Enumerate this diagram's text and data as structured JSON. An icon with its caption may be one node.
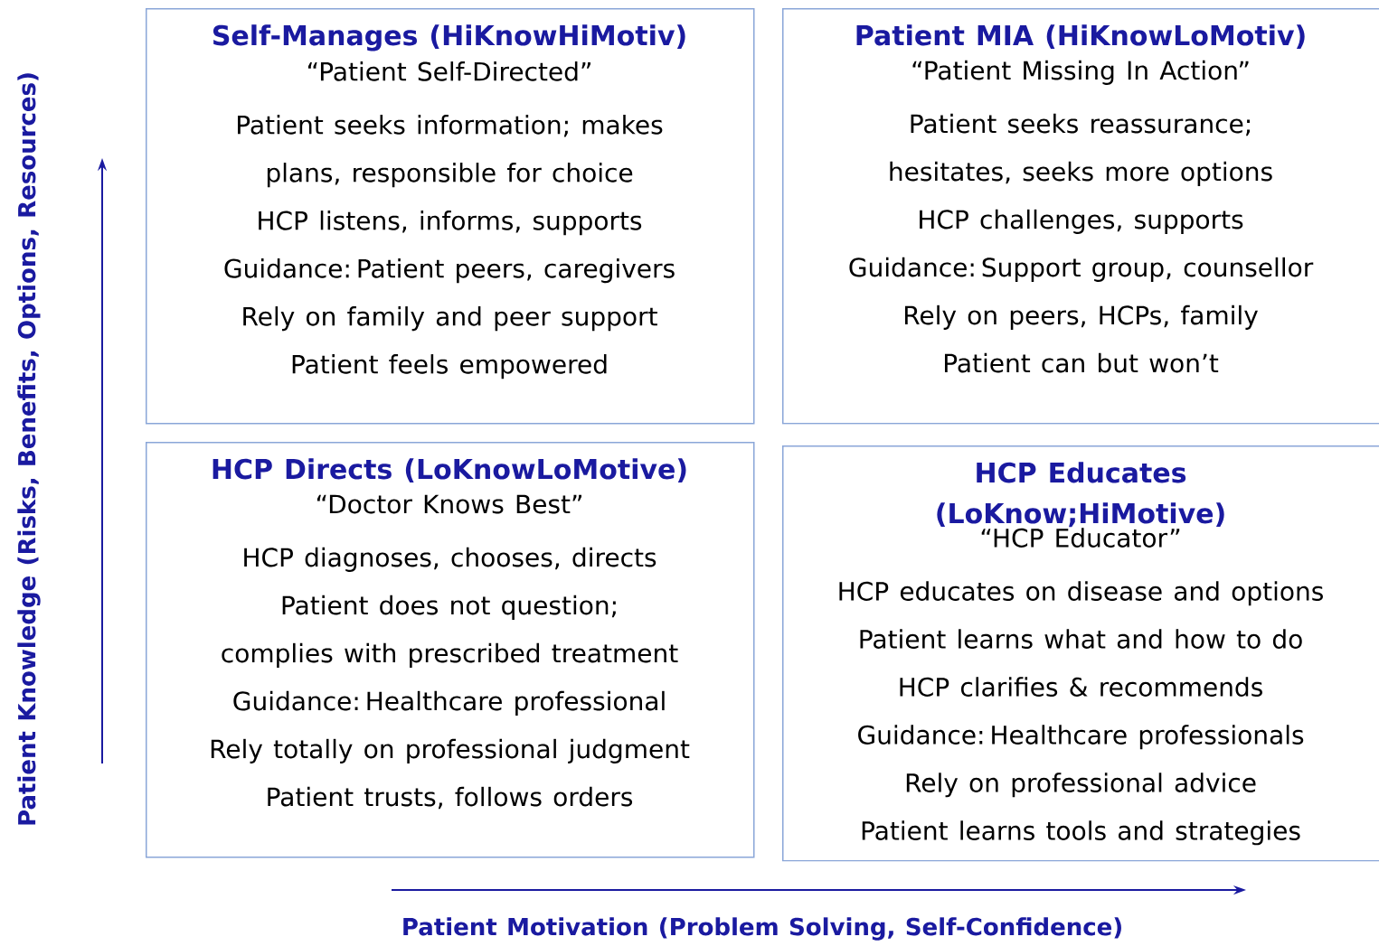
{
  "diagram": {
    "nodes": [
      {
        "text": [
          "Self-Manages (HiKnowHiMotiv)",
          "“Patient Self-Directed”",
          "Patient seeks information; makes plans, responsible for choice",
          "HCP listens, informs, supports",
          "Guidance: Patient peers, caregivers",
          "Rely on family and peer support",
          "Patient feels empowered"
        ]
      },
      {
        "text": [
          "Patient MIA (HiKnowLoMotiv)",
          "“Patient Missing In Action”",
          "Patient seeks reassurance; hesitates, seeks more options",
          "HCP challenges, supports",
          "Guidance: Support group, counsellor",
          "Rely on peers, HCPs, family",
          "Patient can but won’t"
        ]
      },
      {
        "text": [
          "HCP Directs (LoKnowLoMotive)",
          "“Doctor Knows Best”",
          "HCP diagnoses, chooses, directs",
          "Patient does not question; complies with prescribed treatment",
          "Guidance: Healthcare professional",
          "Rely totally on professional judgment",
          "Patient trusts, follows orders"
        ]
      },
      {
        "text": [
          "HCP Educates (LoKnow;HiMotive)",
          "“HCP Educator”",
          "HCP educates on disease and options",
          "Patient learns what and how to do",
          "HCP clarifies & recommends",
          "Guidance: Healthcare professionals",
          "Rely on professional advice",
          "Patient learns tools and strategies"
        ]
      }
    ],
    "labels": [
      "Patient Knowledge (Risks, Benefits, Options, Resources)",
      "Patient Motivation (Problem Solving, Self-Confidence)"
    ]
  }
}
